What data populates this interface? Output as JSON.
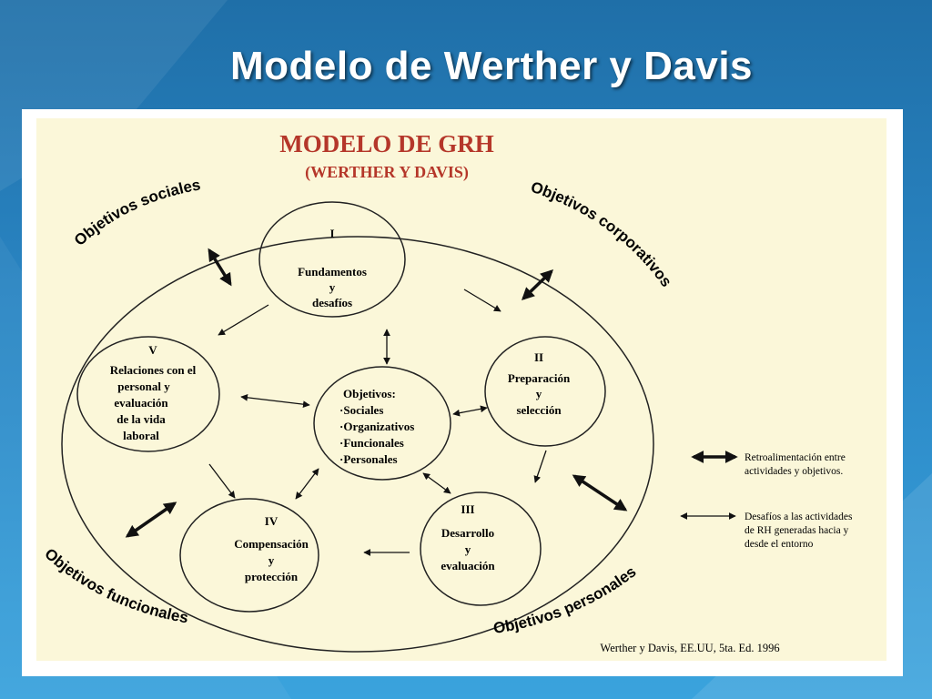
{
  "slide": {
    "title": "Modelo de Werther y Davis"
  },
  "diagram": {
    "heading": "MODELO DE GRH",
    "subheading": "(WERTHER Y DAVIS)",
    "nodes": {
      "i": {
        "numeral": "I",
        "lines": [
          "Fundamentos",
          "y",
          "desafíos"
        ]
      },
      "ii": {
        "numeral": "II",
        "lines": [
          "Preparación",
          "y",
          "selección"
        ]
      },
      "iii": {
        "numeral": "III",
        "lines": [
          "Desarrollo",
          "y",
          "evaluación"
        ]
      },
      "iv": {
        "numeral": "IV",
        "lines": [
          "Compensación",
          "y",
          "protección"
        ]
      },
      "v": {
        "numeral": "V",
        "lines": [
          "Relaciones con el",
          "personal y",
          "evaluación",
          "de la vida",
          "laboral"
        ]
      }
    },
    "center": {
      "title": "Objetivos:",
      "items": [
        "·Sociales",
        "·Organizativos",
        "·Funcionales",
        "·Personales"
      ]
    },
    "arcs": {
      "social": "Objetivos sociales",
      "corporate": "Objetivos corporativos",
      "functional": "Objetivos funcionales",
      "personal": "Objetivos personales"
    },
    "legend": {
      "feedback": [
        "Retroalimentación entre",
        "actividades y objetivos."
      ],
      "challenges": [
        "Desafíos a las actividades",
        "de RH generadas hacia y",
        "desde el entorno"
      ]
    },
    "citation": "Werther y Davis, EE.UU, 5ta. Ed. 1996"
  }
}
